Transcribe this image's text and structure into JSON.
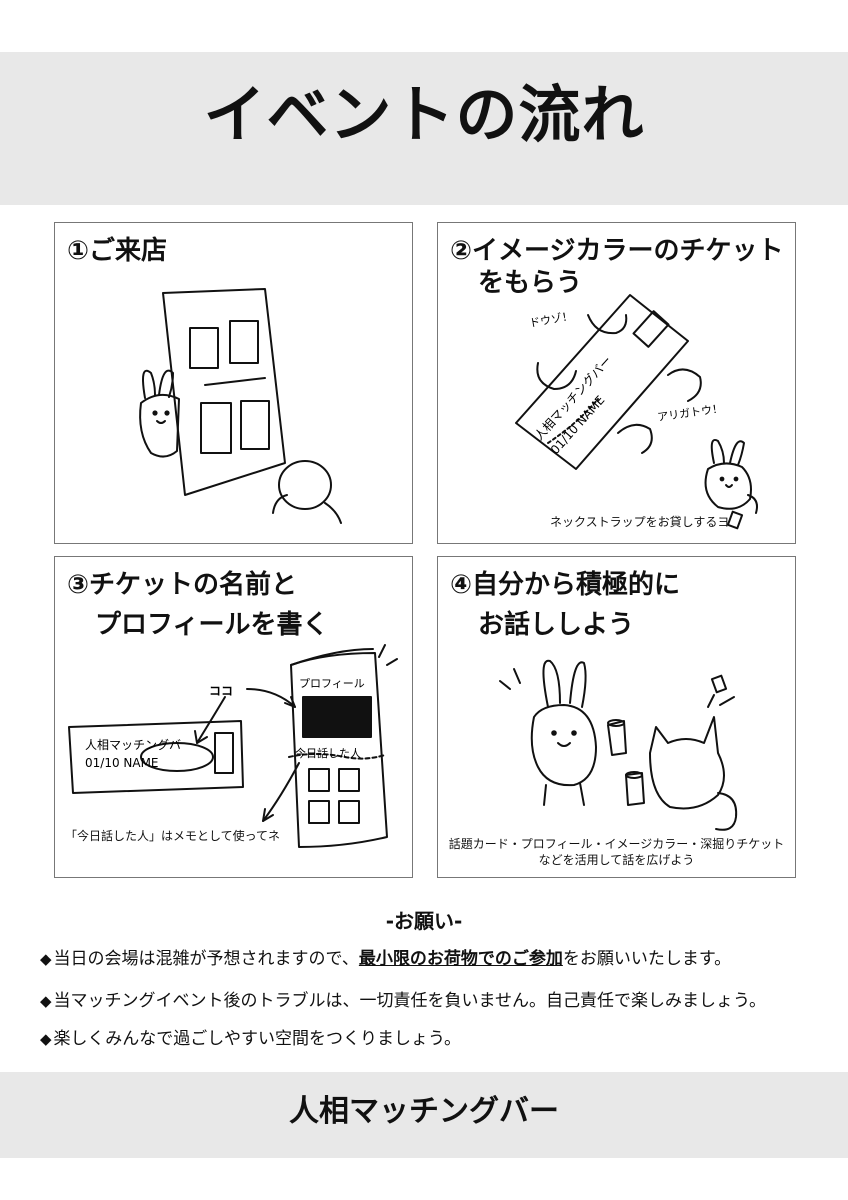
{
  "header": {
    "title": "イベントの流れ"
  },
  "steps": [
    {
      "heading": "①ご来店"
    },
    {
      "heading_line1": "②イメージカラーのチケット",
      "heading_line2": "をもらう",
      "sfx_1": "ドウゾ！",
      "sfx_2": "アリガトウ！",
      "ticket_text_1": "人相マッチングバー",
      "ticket_text_2": "01/10 NAME",
      "caption": "ネックストラップをお貸しするヨ"
    },
    {
      "heading_line1": "③チケットの名前と",
      "heading_line2": "プロフィールを書く",
      "label_koko": "ココ",
      "ticket_text_1": "人相マッチングバ",
      "ticket_text_2": "01/10 NAME",
      "card_label_1": "プロフィール",
      "card_label_2": "今日話した人",
      "caption": "「今日話した人」はメモとして使ってネ"
    },
    {
      "heading_line1": "④自分から積極的に",
      "heading_line2": "お話ししよう",
      "caption_line1": "話題カード・プロフィール・イメージカラー・深掘りチケット",
      "caption_line2": "などを活用して話を広げよう"
    }
  ],
  "notes": {
    "heading": "-お願い-",
    "bullet": "◆",
    "line1_pre": "当日の会場は混雑が予想されますので、",
    "line1_emph": "最小限のお荷物でのご参加",
    "line1_post": "をお願いいたします。",
    "line2": "当マッチングイベント後のトラブルは、一切責任を負いません。自己責任で楽しみましょう。",
    "line3": "楽しくみんなで過ごしやすい空間をつくりましょう。"
  },
  "footer": {
    "title": "人相マッチングバー"
  }
}
